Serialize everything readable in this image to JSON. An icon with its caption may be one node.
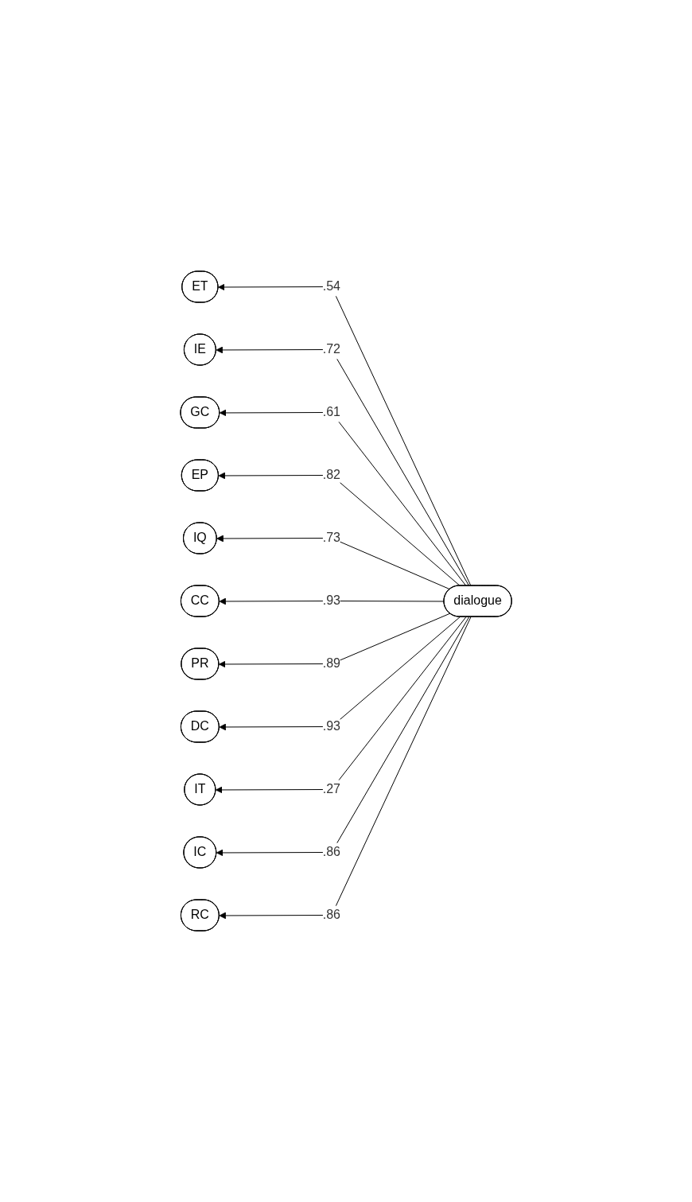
{
  "diagram": {
    "nodes": [
      {
        "text": [
          "ET"
        ]
      },
      {
        "text": [
          "IE"
        ]
      },
      {
        "text": [
          "GC"
        ]
      },
      {
        "text": [
          "EP"
        ]
      },
      {
        "text": [
          "IQ"
        ]
      },
      {
        "text": [
          "CC"
        ]
      },
      {
        "text": [
          "PR"
        ]
      },
      {
        "text": [
          "DC"
        ]
      },
      {
        "text": [
          "IT"
        ]
      },
      {
        "text": [
          "IC"
        ]
      },
      {
        "text": [
          "RC"
        ]
      },
      {
        "text": [
          "dialogue"
        ]
      }
    ],
    "edges": [
      {
        "from": 11,
        "to": 0,
        "arrow": "to",
        "label": ".54"
      },
      {
        "from": 11,
        "to": 1,
        "arrow": "to",
        "label": ".72"
      },
      {
        "from": 11,
        "to": 2,
        "arrow": "to",
        "label": ".61"
      },
      {
        "from": 11,
        "to": 3,
        "arrow": "to",
        "label": ".82"
      },
      {
        "from": 11,
        "to": 4,
        "arrow": "to",
        "label": ".73"
      },
      {
        "from": 11,
        "to": 5,
        "arrow": "to",
        "label": ".93"
      },
      {
        "from": 11,
        "to": 6,
        "arrow": "to",
        "label": ".89"
      },
      {
        "from": 11,
        "to": 7,
        "arrow": "to",
        "label": ".93"
      },
      {
        "from": 11,
        "to": 8,
        "arrow": "to",
        "label": ".27"
      },
      {
        "from": 11,
        "to": 9,
        "arrow": "to",
        "label": ".86"
      },
      {
        "from": 11,
        "to": 10,
        "arrow": "to",
        "label": ".86"
      }
    ]
  }
}
